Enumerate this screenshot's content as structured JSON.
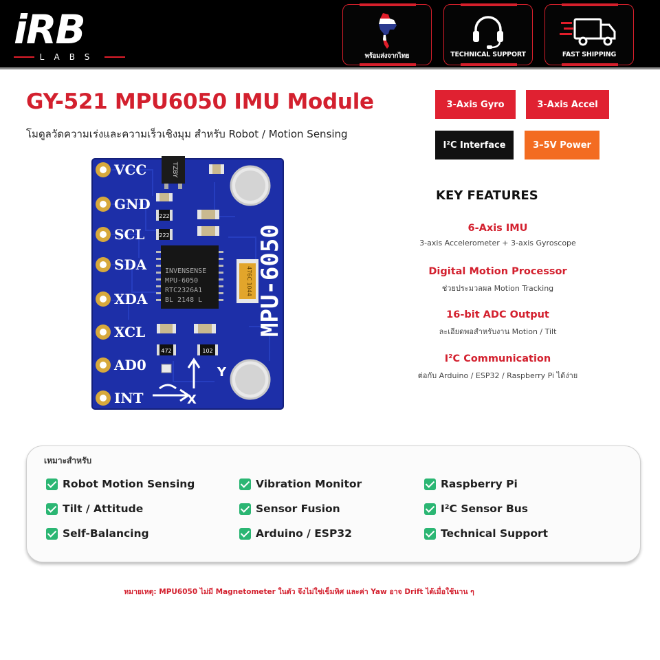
{
  "brand": {
    "logo_text": "iRB",
    "logo_sub": "LABS"
  },
  "badges": [
    {
      "label": "พร้อมส่งจากไทย",
      "icon": "thailand-map-icon"
    },
    {
      "label": "TECHNICAL SUPPORT",
      "icon": "headset-icon"
    },
    {
      "label": "FAST SHIPPING",
      "icon": "delivery-truck-icon"
    }
  ],
  "product": {
    "title": "GY-521 MPU6050 IMU Module",
    "subtitle": "โมดูลวัดความเร่งและความเร็วเชิงมุม สำหรับ Robot / Motion Sensing"
  },
  "tags": [
    {
      "label": "3-Axis Gyro",
      "color": "#e02131"
    },
    {
      "label": "3-Axis Accel",
      "color": "#e02131"
    },
    {
      "label": "I²C Interface",
      "color": "#111111"
    },
    {
      "label": "3–5V Power",
      "color": "#f36c21"
    }
  ],
  "board": {
    "pins": [
      "VCC",
      "GND",
      "SCL",
      "SDA",
      "XDA",
      "XCL",
      "AD0",
      "INT"
    ],
    "chip_lines": [
      "INVENSENSE",
      "MPU-6050",
      "RTC2326A1",
      "BL 2148 L"
    ],
    "silk_label": "MPU-6050",
    "regulator_text": "TZBY",
    "resistor_codes": [
      "222",
      "222",
      "472",
      "102"
    ],
    "capacitor_text": "476C 1044",
    "axis_x": "X",
    "axis_y": "Y"
  },
  "key_features": {
    "title": "KEY FEATURES",
    "items": [
      {
        "heading": "6-Axis IMU",
        "desc": "3-axis Accelerometer + 3-axis Gyroscope"
      },
      {
        "heading": "Digital Motion Processor",
        "desc": "ช่วยประมวลผล Motion Tracking"
      },
      {
        "heading": "16-bit ADC Output",
        "desc": "ละเอียดพอสำหรับงาน Motion / Tilt"
      },
      {
        "heading": "I²C Communication",
        "desc": "ต่อกับ Arduino / ESP32 / Raspberry Pi ได้ง่าย"
      }
    ]
  },
  "suitable": {
    "title": "เหมาะสำหรับ",
    "items": [
      "Robot Motion Sensing",
      "Vibration Monitor",
      "Raspberry Pi",
      "Tilt / Attitude",
      "Sensor Fusion",
      "I²C Sensor Bus",
      "Self-Balancing",
      "Arduino / ESP32",
      "Technical Support"
    ]
  },
  "note": "หมายเหตุ: MPU6050 ไม่มี Magnetometer ในตัว จึงไม่ใช่เข็มทิศ และค่า Yaw อาจ Drift ได้เมื่อใช้นาน ๆ",
  "colors": {
    "brand_red": "#d3202e",
    "pcb_blue": "#1d2fa8",
    "check_green": "#2bb673"
  }
}
